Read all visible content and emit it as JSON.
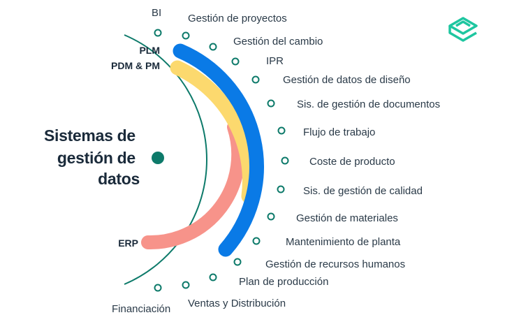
{
  "title_lines": [
    "Sistemas de",
    "gestión de",
    "datos"
  ],
  "bands": {
    "plm": "PLM",
    "pdm": "PDM & PM",
    "erp": "ERP"
  },
  "modules": [
    "BI",
    "Gestión de proyectos",
    "Gestión del cambio",
    "IPR",
    "Gestión de datos de diseño",
    "Sis. de gestión de documentos",
    "Flujo de trabajo",
    "Coste de producto",
    "Sis. de gestión de calidad",
    "Gestión de materiales",
    "Mantenimiento de planta",
    "Gestión de recursos humanos",
    "Plan de producción",
    "Ventas y Distribución",
    "Financiación"
  ],
  "colors": {
    "outer_ring": "#0d7a6a",
    "center_dot": "#0d7a6a",
    "plm_arc": "#0a7ae6",
    "pdm_arc": "#fcd96e",
    "erp_arc": "#f7938a",
    "logo": "#1ec6a0",
    "text": "#1a2a3a"
  },
  "icons": {
    "logo": "brand-logo-icon"
  }
}
